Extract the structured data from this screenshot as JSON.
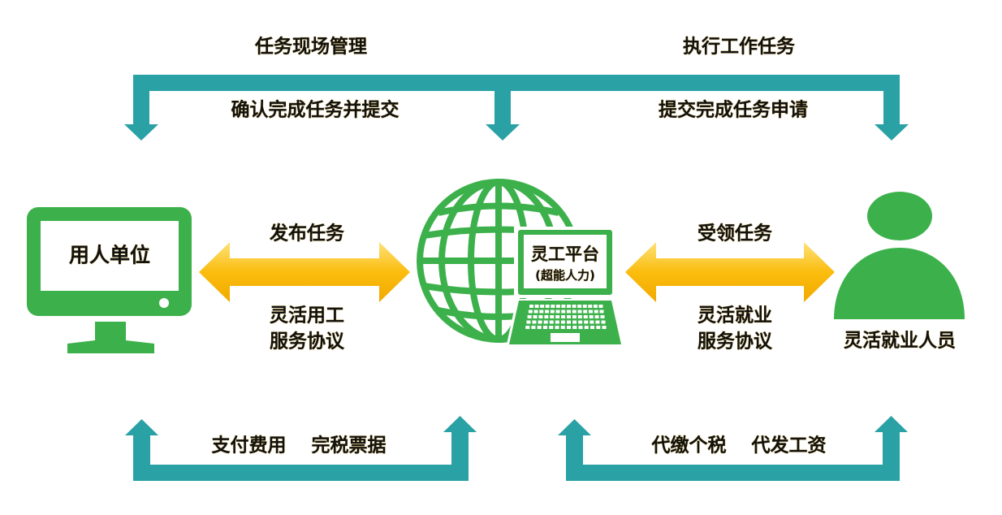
{
  "colors": {
    "green": "#3cb14b",
    "teal": "#29a1a5",
    "yellow": "#fbbd0e"
  },
  "entities": {
    "employer": "用人单位",
    "platform": "灵工平台",
    "platform_sub": "(超能人力)",
    "worker": "灵活就业人员"
  },
  "top": {
    "left_above": "任务现场管理",
    "right_above": "执行工作任务",
    "left_below": "确认完成任务并提交",
    "right_below": "提交完成任务申请"
  },
  "middle": {
    "left_top": "发布任务",
    "left_bottom_1": "灵活用工",
    "left_bottom_2": "服务协议",
    "right_top": "受领任务",
    "right_bottom_1": "灵活就业",
    "right_bottom_2": "服务协议"
  },
  "bottom": {
    "left": "支付费用　 完税票据",
    "right": "代缴个税　 代发工资"
  }
}
